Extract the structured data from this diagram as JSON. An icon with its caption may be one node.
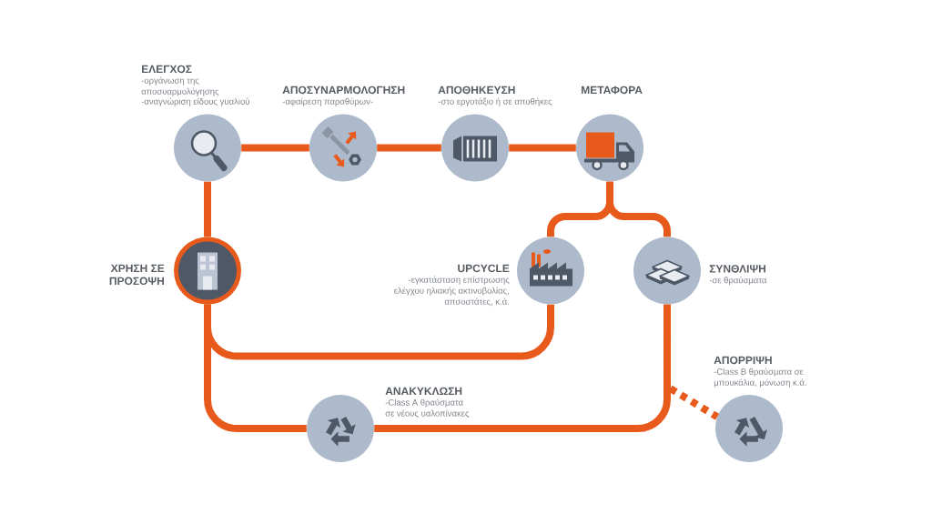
{
  "diagram": {
    "nodes": [
      {
        "text": [
          "ΕΛΕΓΧΟΣ",
          "-οργάνωση της αποσυαρμολόγησης",
          "-αναγνώριση είδους γυαλιού"
        ]
      },
      {
        "text": [
          "ΑΠΟΣΥΝΑΡΜΟΛΟΓΗΣΗ",
          "-αφαίρεση παραθύρων-"
        ]
      },
      {
        "text": [
          "ΑΠΟΘΗΚΕΥΣΗ",
          "-στο εργοτάξιο ή σε αποθήκες"
        ]
      },
      {
        "text": [
          "ΜΕΤΑΦΟΡΑ"
        ]
      },
      {
        "text": [
          "ΧΡΗΣΗ ΣΕ ΠΡΟΣΟΨΗ"
        ]
      },
      {
        "text": [
          "UPCYCLE",
          "-εγκατάσταση επίστρωσης ελέγχου ηλιακής ακτινοβολίας, απσοστάτες, κ.ά."
        ]
      },
      {
        "text": [
          "ΣΥΝΘΛΙΨΗ",
          "-σε θραύσματα"
        ]
      },
      {
        "text": [
          "ΑΝΑΚΥΚΛΩΣΗ",
          "-Class A θραύσματα σε νέους υαλοπίνακες"
        ]
      },
      {
        "text": [
          "ΑΠΟΡΡΙΨΗ",
          "-Class B θραύσματα σε μπουκάλια, μόνωση κ.ά."
        ]
      }
    ],
    "edges": [
      {
        "from": 0,
        "to": 1,
        "arrow": "none"
      },
      {
        "from": 1,
        "to": 2,
        "arrow": "none"
      },
      {
        "from": 2,
        "to": 3,
        "arrow": "none"
      },
      {
        "from": 3,
        "to": 5,
        "arrow": "none"
      },
      {
        "from": 3,
        "to": 6,
        "arrow": "none"
      },
      {
        "from": 0,
        "to": 4,
        "arrow": "none"
      },
      {
        "from": 4,
        "to": 5,
        "arrow": "none"
      },
      {
        "from": 4,
        "to": 7,
        "arrow": "none"
      },
      {
        "from": 7,
        "to": 6,
        "arrow": "none"
      },
      {
        "from": 6,
        "to": 8,
        "arrow": "none",
        "style": "dashed"
      }
    ]
  }
}
